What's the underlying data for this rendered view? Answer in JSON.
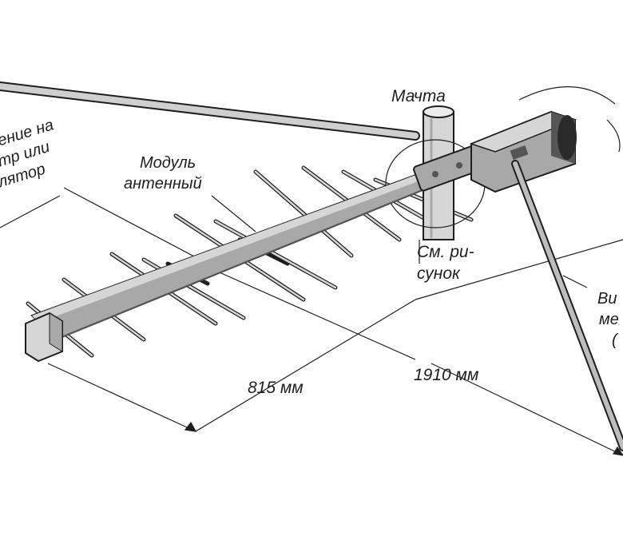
{
  "labels": {
    "mast": "Мачта",
    "cable_left_line1": "ение на",
    "cable_left_line2": "тр или",
    "cable_left_line3": "лятор",
    "module_line1": "Модуль",
    "module_line2": "антенный",
    "see_fig_line1": "См. ри-",
    "see_fig_line2": "сунок",
    "right_line1": "Ви",
    "right_line2": "ме",
    "right_line3": "(",
    "dim_short": "815 мм",
    "dim_long": "1910 мм"
  },
  "colors": {
    "ink": "#1e1e1e",
    "metal_light": "#d6d6d6",
    "metal_mid": "#a8a8a8",
    "metal_dark": "#555555",
    "background": "#ffffff"
  }
}
